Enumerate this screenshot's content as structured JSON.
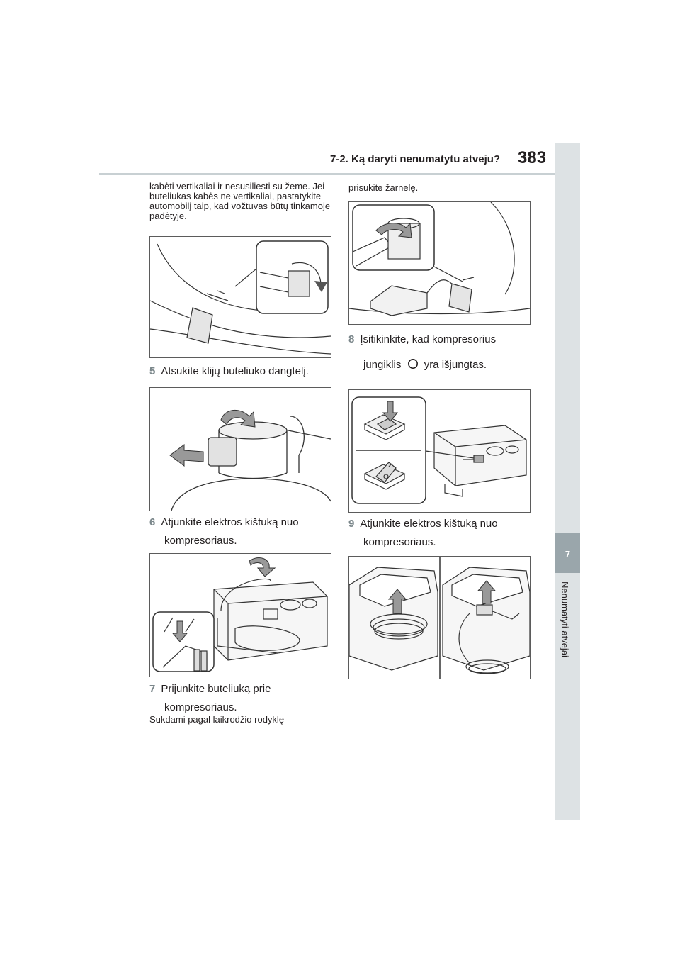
{
  "header": {
    "section_title": "7-2. Ką daryti nenumatytu atveju?",
    "page_number": "383"
  },
  "side_tab": {
    "chapter_number": "7",
    "chapter_title": "Nenumatyti atvejai"
  },
  "left_column": {
    "intro_text": "kabėti vertikaliai ir nesusiliesti su žeme. Jei buteliukas kabės ne vertikaliai, pastatykite automobilį taip, kad vožtuvas būtų tinkamoje padėtyje.",
    "step5": {
      "number": "5",
      "text": "Atsukite klijų buteliuko dangtelį."
    },
    "step6": {
      "number": "6",
      "text_line1": "Atjunkite elektros kištuką nuo",
      "text_line2": "kompresoriaus."
    },
    "step7": {
      "number": "7",
      "text_line1": "Prijunkite buteliuką prie",
      "text_line2": "kompresoriaus."
    },
    "note": "Sukdami pagal laikrodžio rodyklę"
  },
  "right_column": {
    "intro_text": "prisukite žarnelę.",
    "step8": {
      "number": "8",
      "text_line1": "Įsitikinkite, kad kompresorius",
      "text_before_icon": "jungiklis",
      "text_after_icon": "yra išjungtas."
    },
    "step9": {
      "number": "9",
      "text_line1": "Atjunkite elektros kištuką nuo",
      "text_line2": "kompresoriaus."
    }
  },
  "colors": {
    "accent_gray": "#7a868a",
    "tab_bg": "#dde2e4",
    "tab_number_bg": "#9aa6ab",
    "rule": "#c8d0d3"
  },
  "icons": [
    "switch-off-icon"
  ]
}
